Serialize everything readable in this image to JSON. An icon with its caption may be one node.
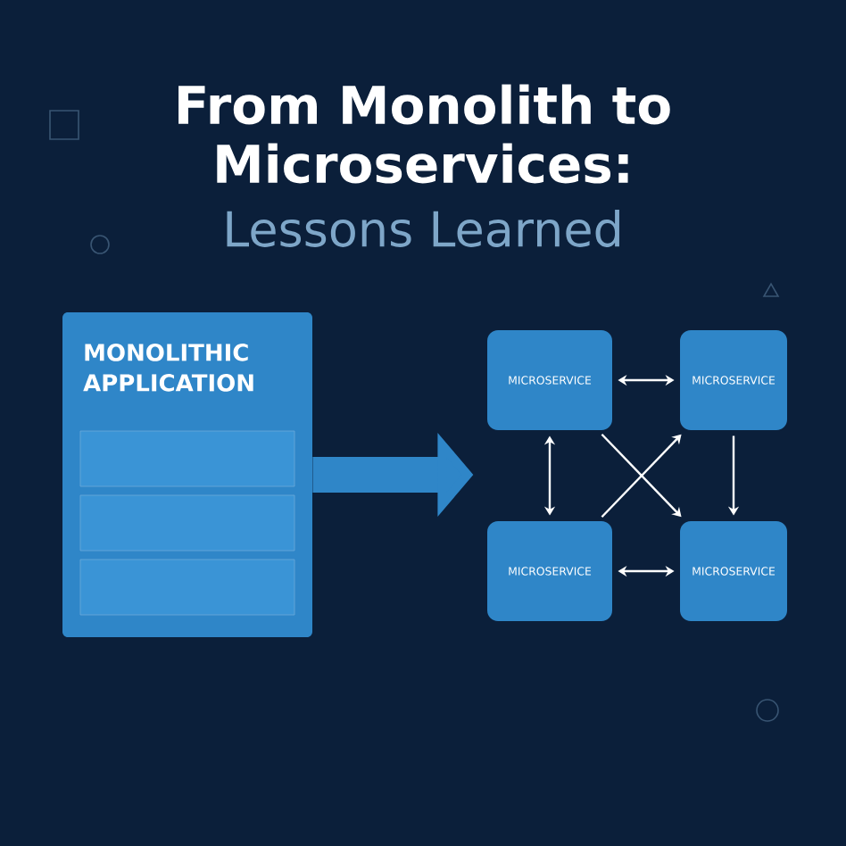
{
  "diagram": {
    "title": "From Monolith to Microservices:",
    "nodes": [
      {
        "text": [
          "MONOLITHIC APPLICATION"
        ]
      },
      {
        "text": [],
        "shape": "bar",
        "in": 0
      },
      {
        "text": [],
        "shape": "bar",
        "in": 0
      },
      {
        "text": [],
        "shape": "bar",
        "in": 0
      },
      {
        "text": [
          "MICROSERVICE"
        ]
      },
      {
        "text": [
          "MICROSERVICE"
        ]
      },
      {
        "text": [
          "MICROSERVICE"
        ]
      },
      {
        "text": [
          "MICROSERVICE"
        ]
      }
    ],
    "edges": [
      {
        "from": 0,
        "to": null,
        "arrow": "to",
        "style": "thick",
        "color": "#2f86c8"
      },
      {
        "from": 4,
        "to": 5,
        "arrow": "both"
      },
      {
        "from": 4,
        "to": 6,
        "arrow": "both"
      },
      {
        "from": 5,
        "to": 7,
        "arrow": "to"
      },
      {
        "from": 4,
        "to": 7,
        "arrow": "to"
      },
      {
        "from": 6,
        "to": 5,
        "arrow": "to"
      },
      {
        "from": 6,
        "to": 7,
        "arrow": "both"
      }
    ],
    "labels": [
      "Lessons Learned"
    ]
  }
}
